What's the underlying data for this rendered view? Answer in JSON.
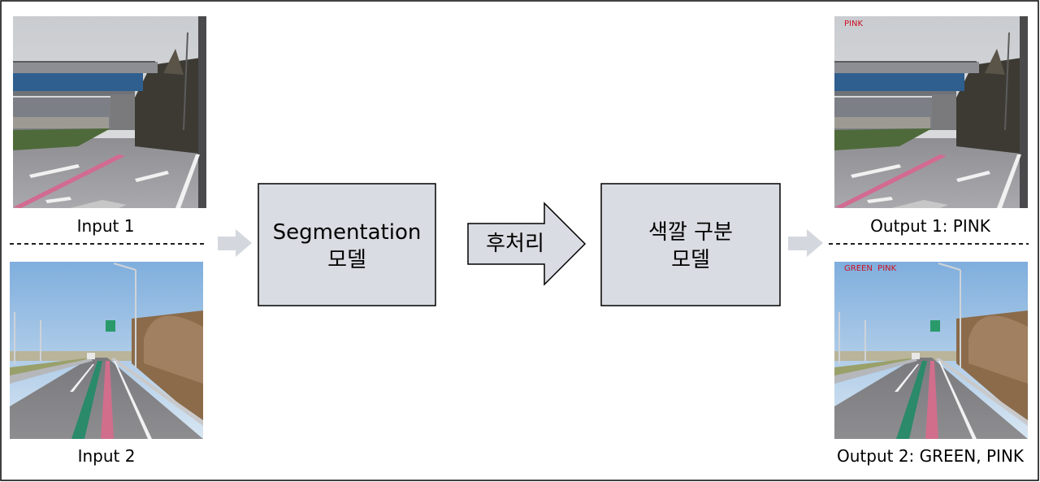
{
  "inputs": [
    {
      "label": "Input 1",
      "scene": "overpass road with pink lane marking"
    },
    {
      "label": "Input 2",
      "scene": "highway with green and pink lane markings"
    }
  ],
  "outputs": [
    {
      "label": "Output 1: PINK",
      "overlay_text": "PINK"
    },
    {
      "label": "Output 2: GREEN, PINK",
      "overlay_text": "GREEN  PINK"
    }
  ],
  "models": {
    "segmentation": {
      "line1": "Segmentation",
      "line2": "모델"
    },
    "color": {
      "line1": "색깔 구분",
      "line2": "모델"
    }
  },
  "postprocess": {
    "label": "후처리"
  },
  "colors": {
    "box_fill": "#d9dce2",
    "border": "#000000",
    "small_arrow": "#d4d8de",
    "overlay_text": "#cc1122"
  }
}
